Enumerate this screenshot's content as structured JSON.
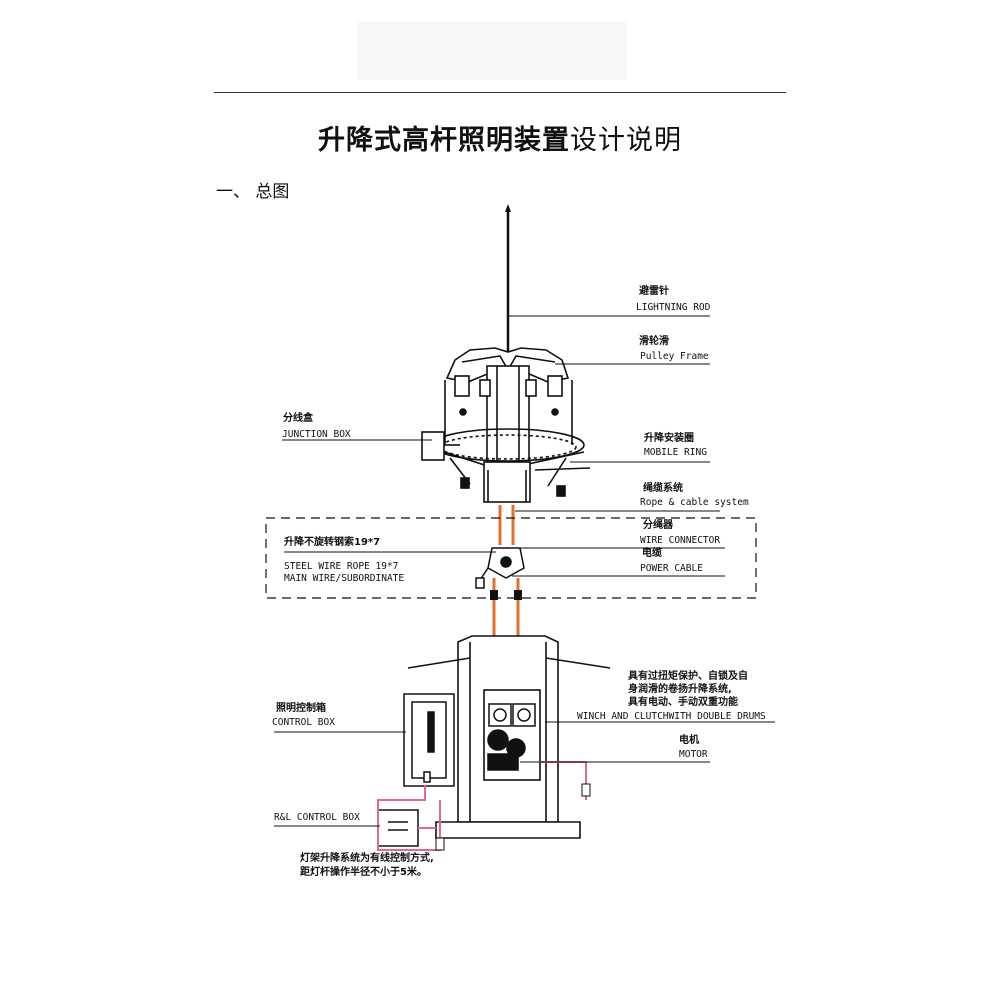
{
  "header": {
    "title_bold": "升降式高杆照明装置",
    "title_light": "设计说明"
  },
  "section": {
    "heading": "一、 总图"
  },
  "labels": {
    "lightning_cn": "避雷针",
    "lightning_en": "LIGHTNING ROD",
    "pulley_cn": "滑轮滑",
    "pulley_en": "Pulley Frame",
    "junction_cn": "分线盒",
    "junction_en": "JUNCTION BOX",
    "mobile_cn": "升降安装圈",
    "mobile_en": "MOBILE RING",
    "rope_cn": "绳缆系统",
    "rope_en": "Rope & cable system",
    "wireconn_cn": "分绳器",
    "wireconn_en": "WIRE CONNECTOR",
    "cable_cn": "电缆",
    "cable_en": "POWER CABLE",
    "steel_cn": "升降不旋转钢索19*7",
    "steel_en1": "STEEL WIRE ROPE 19*7",
    "steel_en2": "MAIN WIRE/SUBORDINATE",
    "winch_cn1": "具有过扭矩保护、自锁及自",
    "winch_cn2": "身润滑的卷扬升降系统,",
    "winch_cn3": "具有电动、手动双重功能",
    "winch_en": "WINCH AND CLUTCHWITH DOUBLE DRUMS",
    "motor_cn": "电机",
    "motor_en": "MOTOR",
    "control_cn": "照明控制箱",
    "control_en": "CONTROL BOX",
    "rl_en": "R&L CONTROL BOX",
    "bottom_note1": "灯架升降系统为有线控制方式,",
    "bottom_note2": "距灯杆操作半径不小于5米。"
  },
  "colors": {
    "line": "#111111",
    "cable": "#e0702e",
    "pink": "#e06a8a"
  }
}
